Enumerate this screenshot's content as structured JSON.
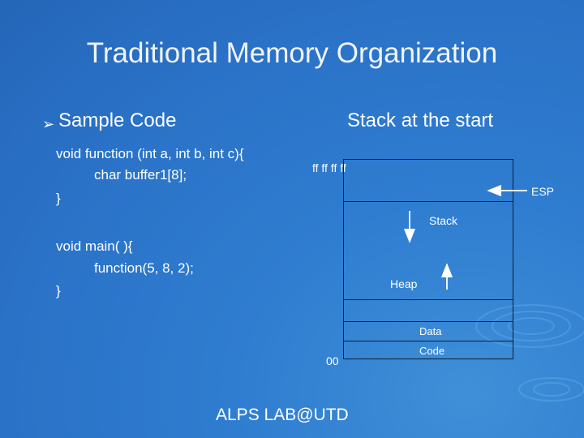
{
  "slide": {
    "title": "Traditional Memory Organization",
    "bullet_glyph": "➢",
    "sample_code_heading": "Sample Code",
    "stack_heading": "Stack at the start",
    "code_lines": [
      "void function (int a, int b, int c){",
      "char buffer1[8];",
      "}",
      "void main( ){",
      "function(5, 8, 2);",
      "}"
    ],
    "footer": "ALPS LAB@UTD"
  },
  "diagram": {
    "top_address": "ff ff ff ff",
    "bottom_address": "00",
    "esp_label": "ESP",
    "stack_label": "Stack",
    "heap_label": "Heap",
    "data_label": "Data",
    "code_label": "Code"
  },
  "colors": {
    "background": "#2a72c7",
    "text": "#ffffff",
    "lines": "#0c1f35"
  }
}
